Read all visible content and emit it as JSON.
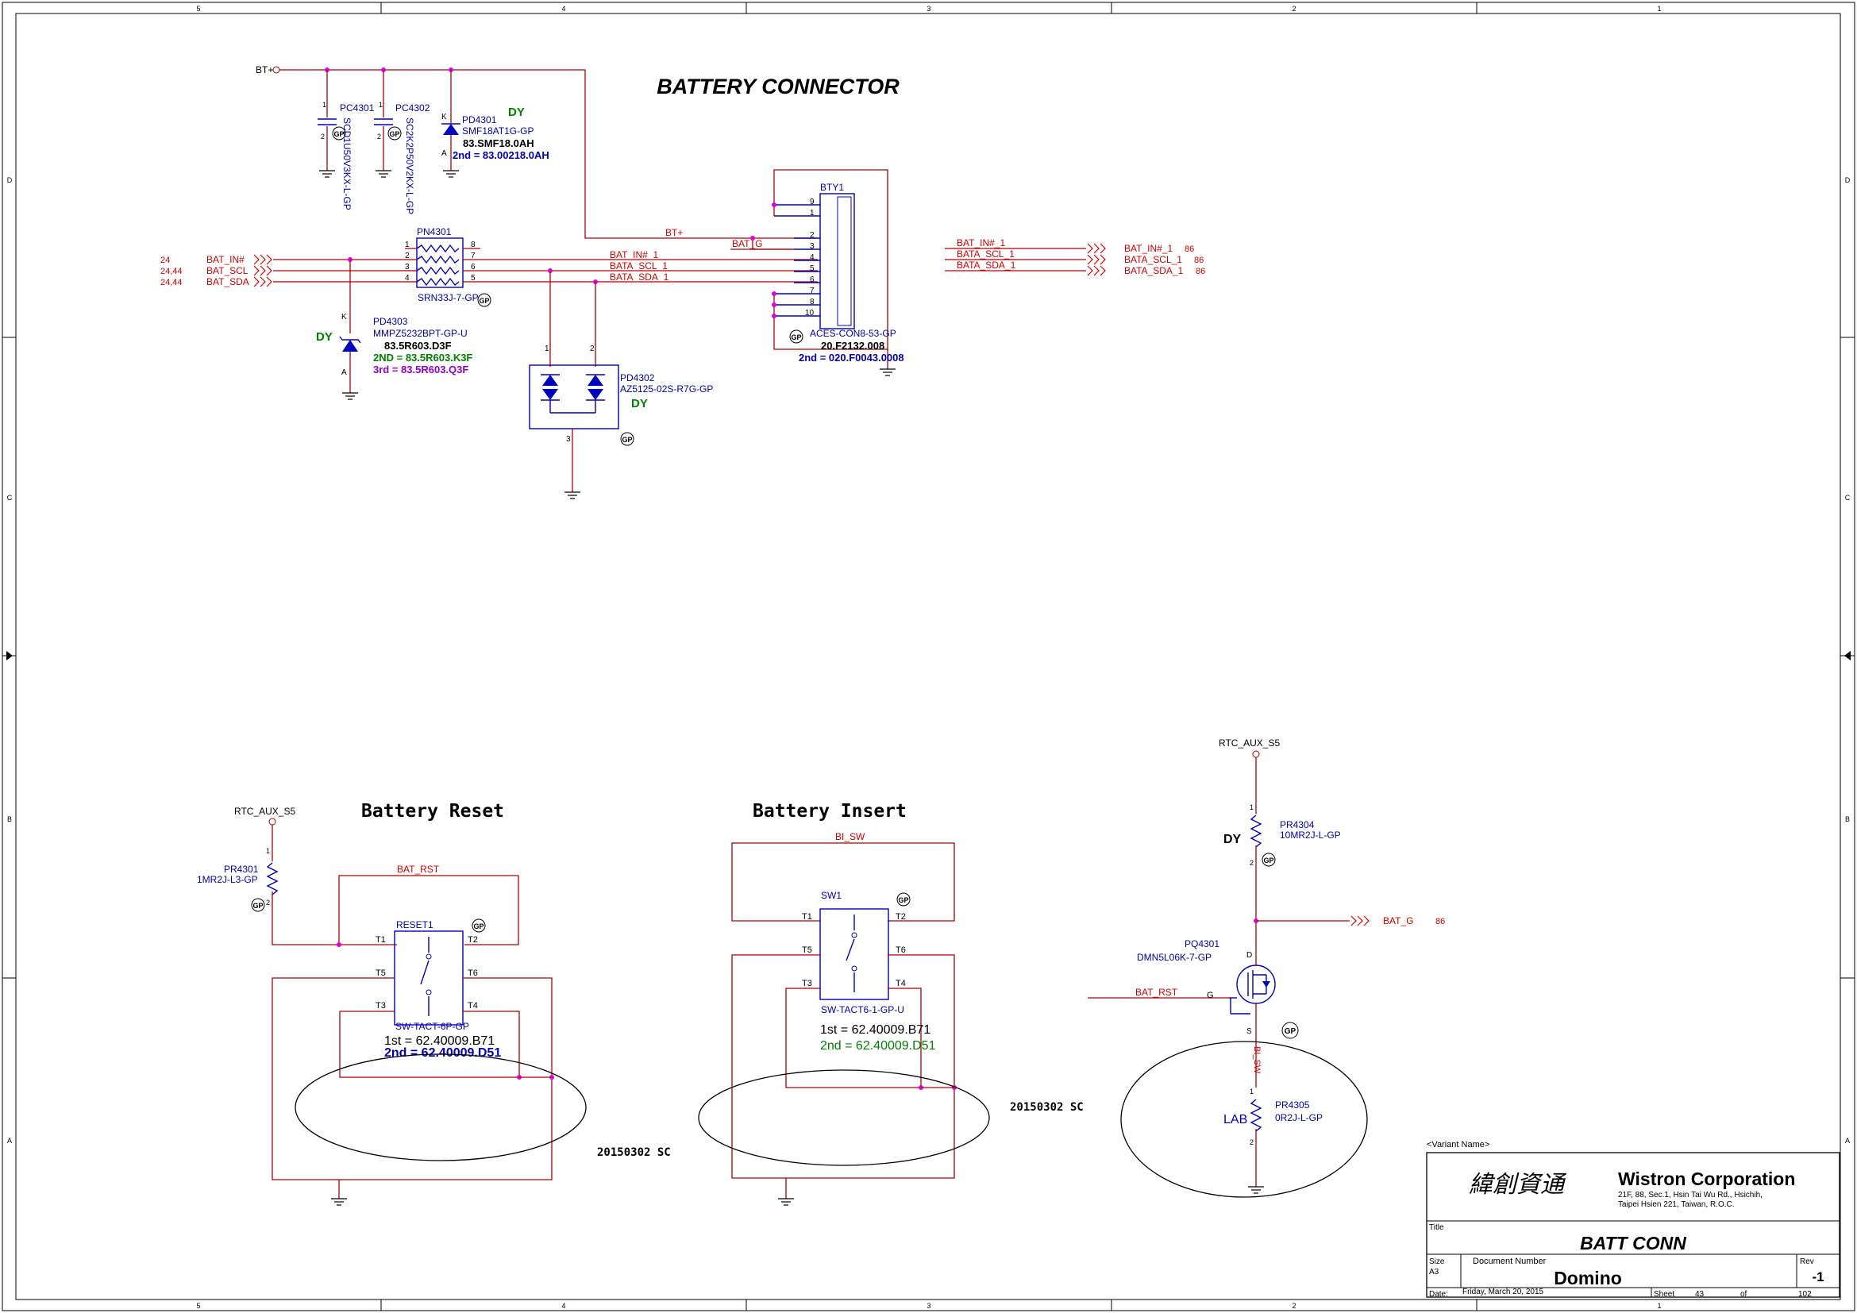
{
  "title": "BATTERY CONNECTOR",
  "zone_columns": [
    "5",
    "4",
    "3",
    "2",
    "1"
  ],
  "zone_rows": [
    "D",
    "C",
    "B",
    "A"
  ],
  "nets": {
    "bt_plus": "BT+",
    "bt_plus_inner": "BT+",
    "bat_g": "BAT_G",
    "bat_in": "BAT_IN#",
    "bat_scl": "BAT_SCL",
    "bat_sda": "BAT_SDA",
    "bat_in_1": "BAT_IN#_1",
    "bata_scl_1": "BATA_SCL_1",
    "bata_sda_1": "BATA_SDA_1",
    "rtc_aux_s5": "RTC_AUX_S5",
    "bat_rst": "BAT_RST",
    "bi_sw": "BI_SW",
    "bi_sw_vert": "BI_SW"
  },
  "left_refs": [
    "24",
    "24,44",
    "24,44"
  ],
  "right_refs": [
    "86",
    "86",
    "86"
  ],
  "bat_g_ref": "86",
  "components": {
    "pc4301": {
      "ref": "PC4301",
      "part": "SCD1U50V3KX-L-GP"
    },
    "pc4302": {
      "ref": "PC4302",
      "part": "SC2K2P50V2KX-L-GP"
    },
    "pd4301": {
      "ref": "PD4301",
      "part": "SMF18AT1G-GP",
      "alt1": "83.SMF18.0AH",
      "alt2": "2nd = 83.00218.0AH",
      "dy": "DY"
    },
    "pn4301": {
      "ref": "PN4301",
      "part": "SRN33J-7-GP",
      "pins_left": [
        "1",
        "2",
        "3",
        "4"
      ],
      "pins_right": [
        "8",
        "7",
        "6",
        "5"
      ]
    },
    "pd4303": {
      "ref": "PD4303",
      "part": "MMPZ5232BPT-GP-U",
      "alt1": "83.5R603.D3F",
      "alt2": "2ND = 83.5R603.K3F",
      "alt3": "3rd = 83.5R603.Q3F",
      "dy": "DY"
    },
    "pd4302": {
      "ref": "PD4302",
      "part": "AZ5125-02S-R7G-GP",
      "dy": "DY"
    },
    "bty1": {
      "ref": "BTY1",
      "part": "ACES-CON8-53-GP",
      "alt1": "20.F2132.008",
      "alt2": "2nd = 020.F0043.0008",
      "pins": [
        "9",
        "1",
        "2",
        "3",
        "4",
        "5",
        "6",
        "7",
        "8",
        "10"
      ]
    },
    "pr4301": {
      "ref": "PR4301",
      "part": "1MR2J-L3-GP"
    },
    "reset1": {
      "ref": "RESET1",
      "part": "SW-TACT-6P-GP",
      "alt1": "1st = 62.40009.B71",
      "alt2": "2nd = 62.40009.D51"
    },
    "sw1": {
      "ref": "SW1",
      "part": "SW-TACT6-1-GP-U",
      "alt1": "1st = 62.40009.B71",
      "alt2": "2nd = 62.40009.D51"
    },
    "pr4304": {
      "ref": "PR4304",
      "part": "10MR2J-L-GP",
      "dy": "DY"
    },
    "pq4301": {
      "ref": "PQ4301",
      "part": "DMN5L06K-7-GP"
    },
    "pr4305": {
      "ref": "PR4305",
      "part": "0R2J-L-GP",
      "lab": "LAB"
    }
  },
  "switch_pins": [
    "T1",
    "T2",
    "T5",
    "T6",
    "T3",
    "T4"
  ],
  "pin_labels": {
    "one": "1",
    "two": "2",
    "three": "3",
    "k": "K",
    "a": "A",
    "d": "D",
    "g": "G",
    "s": "S"
  },
  "section_titles": {
    "reset": "Battery Reset",
    "insert": "Battery Insert"
  },
  "notes": {
    "sc1": "20150302 SC",
    "sc2": "20150302 SC"
  },
  "gp_mark": "GP",
  "title_block": {
    "variant": "<Variant Name>",
    "company_cn": "緯創資通",
    "company": "Wistron Corporation",
    "address1": "21F, 88, Sec.1, Hsin Tai Wu Rd., Hsichih,",
    "address2": "Taipei Hsien 221, Taiwan, R.O.C.",
    "title_label": "Title",
    "title": "BATT CONN",
    "size_label": "Size",
    "size": "A3",
    "docnum_label": "Document Number",
    "docnum": "Domino",
    "rev_label": "Rev",
    "rev": "-1",
    "date_label": "Date:",
    "date": "Friday, March 20, 2015",
    "sheet_label": "Sheet",
    "sheet": "43",
    "of_label": "of",
    "of": "102"
  }
}
